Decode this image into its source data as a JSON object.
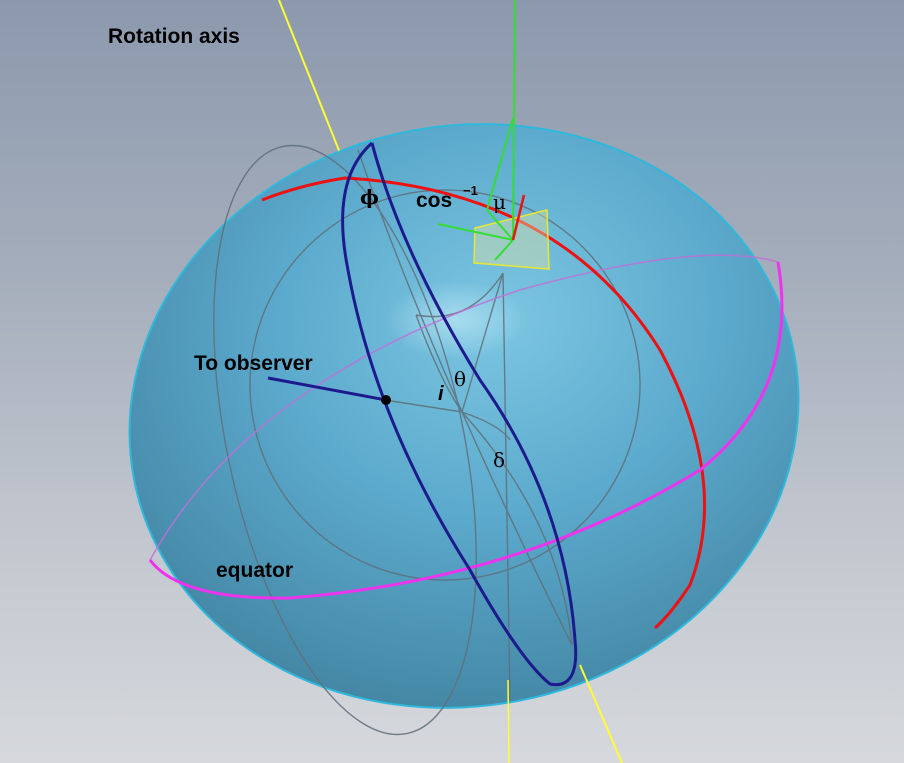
{
  "labels": {
    "rotation_axis": "Rotation axis",
    "to_observer": "To observer",
    "equator": "equator",
    "cos_prefix": "cos",
    "cos_exponent": "−1",
    "mu": "μ",
    "phi": "ϕ",
    "theta": "θ",
    "inclination": "i",
    "delta": "δ"
  },
  "colors": {
    "background_top": "#8c99ad",
    "background_bottom": "#d6d8dc",
    "sphere_fill": "#5aa9cc",
    "sphere_outline": "#2fb8dd",
    "rotation_axis": "#ffff33",
    "equator": "#ee33ee",
    "red_meridian": "#ee1111",
    "observer_meridian": "#1c1a8c",
    "normal_vectors": "#33dd33",
    "surface_patch": "#e8e833"
  }
}
